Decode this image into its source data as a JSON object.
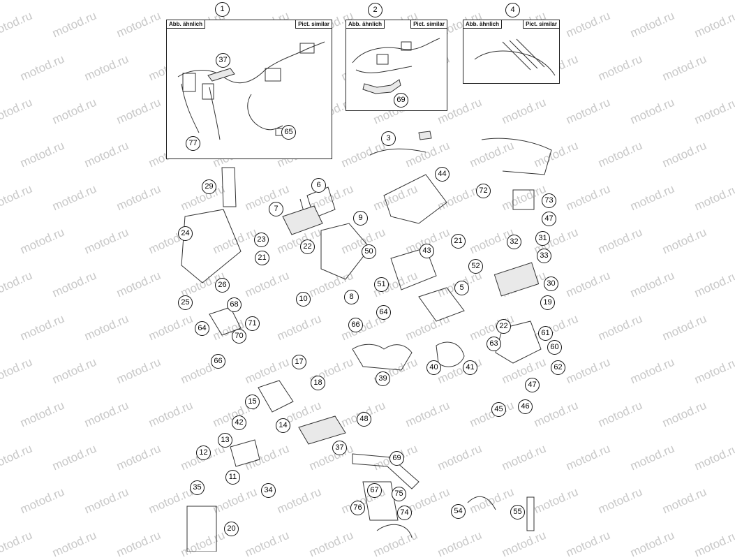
{
  "panels": [
    {
      "id": "1",
      "tag_left": "Abb. ähnlich",
      "tag_right": "Pict. similar"
    },
    {
      "id": "2",
      "tag_left": "Abb. ähnlich",
      "tag_right": "Pict. similar"
    },
    {
      "id": "4",
      "tag_left": "Abb. ähnlich",
      "tag_right": "Pict. similar"
    }
  ],
  "watermark_text": "motod.ru",
  "callouts": [
    "1",
    "2",
    "4",
    "37",
    "65",
    "77",
    "69",
    "3",
    "44",
    "6",
    "72",
    "73",
    "47",
    "29",
    "7",
    "9",
    "24",
    "23",
    "22",
    "50",
    "43",
    "21",
    "52",
    "32",
    "31",
    "33",
    "30",
    "51",
    "10",
    "8",
    "5",
    "19",
    "26",
    "25",
    "68",
    "64",
    "71",
    "66",
    "70",
    "22",
    "61",
    "63",
    "60",
    "62",
    "17",
    "39",
    "40",
    "41",
    "18",
    "47",
    "15",
    "45",
    "46",
    "48",
    "42",
    "14",
    "13",
    "37",
    "12",
    "69",
    "11",
    "35",
    "34",
    "67",
    "75",
    "76",
    "74",
    "54",
    "55",
    "20"
  ]
}
